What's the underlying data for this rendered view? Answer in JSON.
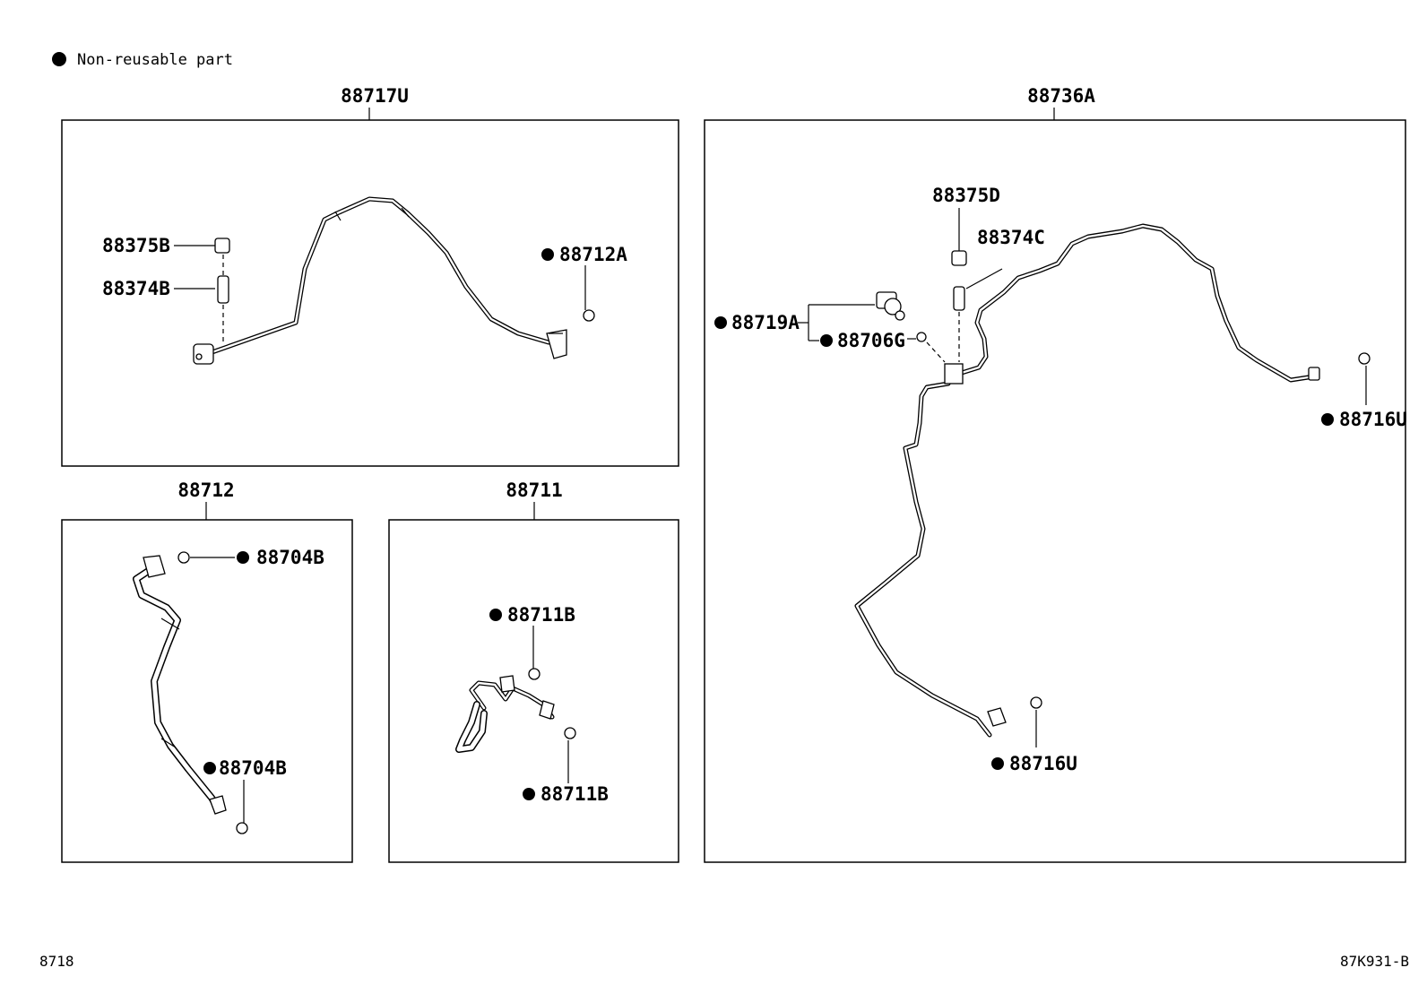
{
  "legend": {
    "text": "Non-reusable part"
  },
  "footer": {
    "left_code": "8718",
    "right_code": "87K931-B"
  },
  "groups": {
    "g88717U": {
      "title": "88717U",
      "labels": {
        "p88375B": "88375B",
        "p88374B": "88374B",
        "p88712A": "88712A"
      }
    },
    "g88712": {
      "title": "88712",
      "labels": {
        "p88704B_top": "88704B",
        "p88704B_bottom": "88704B"
      }
    },
    "g88711": {
      "title": "88711",
      "labels": {
        "p88711B_top": "88711B",
        "p88711B_bottom": "88711B"
      }
    },
    "g88736A": {
      "title": "88736A",
      "labels": {
        "p88375D": "88375D",
        "p88374C": "88374C",
        "p88719A": "88719A",
        "p88706G": "88706G",
        "p88716U_right": "88716U",
        "p88716U_bottom": "88716U"
      }
    }
  }
}
